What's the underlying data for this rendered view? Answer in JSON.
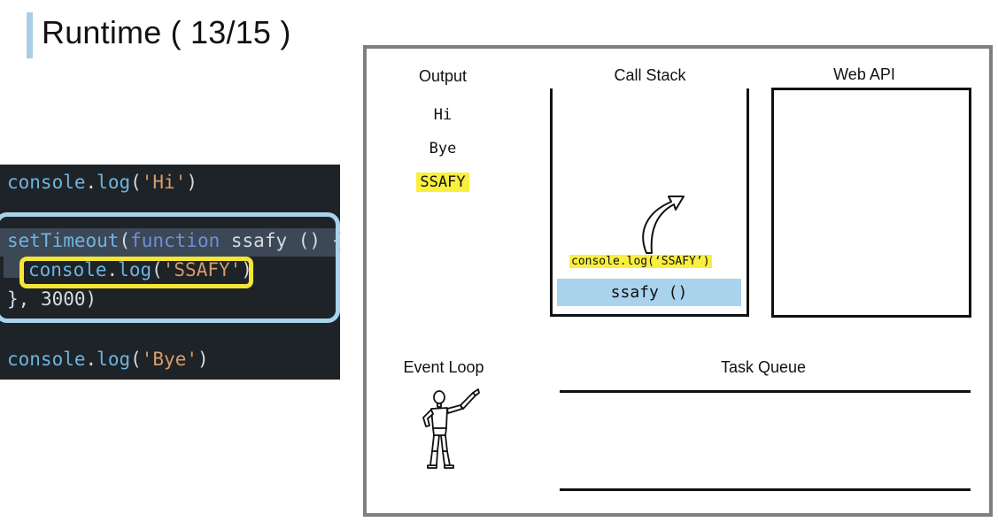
{
  "slide": {
    "title": "Runtime ( 13/15 )"
  },
  "code": {
    "line1": {
      "fn": "console",
      "dot": ".",
      "method": "log",
      "open": "(",
      "str": "'Hi'",
      "close": ")"
    },
    "line2": {
      "fn": "setTimeout",
      "open": "(",
      "kw": "function",
      "name": " ssafy ",
      "rest": "() {"
    },
    "line3": {
      "fn": "console",
      "dot": ".",
      "method": "log",
      "open": "(",
      "str": "'SSAFY'",
      "close": ")"
    },
    "line4": {
      "brace": "}",
      "rest": ", 3000)"
    },
    "line5": {
      "fn": "console",
      "dot": ".",
      "method": "log",
      "open": "(",
      "str": "'Bye'",
      "close": ")"
    }
  },
  "diagram": {
    "output": {
      "heading": "Output",
      "items": [
        "Hi",
        "Bye",
        "SSAFY"
      ]
    },
    "call_stack": {
      "heading": "Call Stack",
      "frame": "ssafy ()",
      "entering": "console.log(‘SSAFY’)"
    },
    "web_api": {
      "heading": "Web API"
    },
    "event_loop": {
      "heading": "Event Loop"
    },
    "task_queue": {
      "heading": "Task Queue"
    }
  },
  "colors": {
    "highlight_yellow": "#f8ef3e",
    "highlight_blue": "#a9d2ec",
    "code_bg": "#1e2327"
  }
}
